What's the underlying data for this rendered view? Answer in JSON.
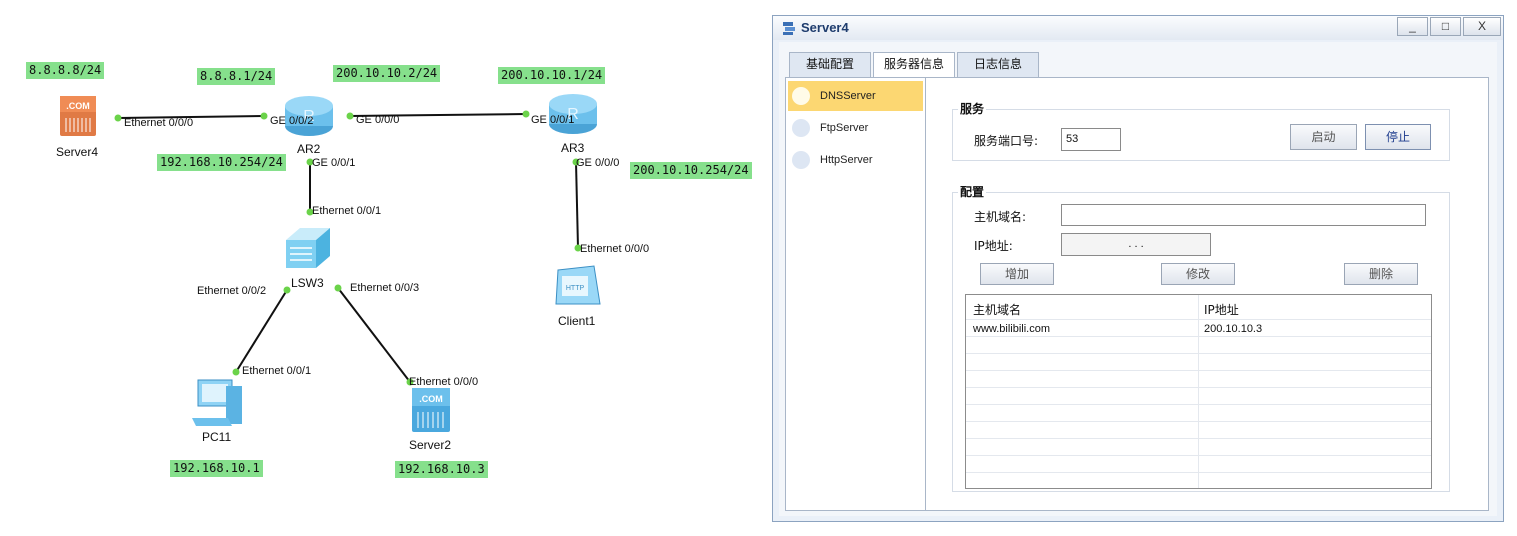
{
  "topology": {
    "ip_tags": {
      "server4": "8.8.8.8/24",
      "ar2_left": "8.8.8.1/24",
      "ar2_right": "200.10.10.2/24",
      "ar3_left": "200.10.10.1/24",
      "ar2_bottom": "192.168.10.254/24",
      "ar3_bottom": "200.10.10.254/24",
      "pc11": "192.168.10.1",
      "server2": "192.168.10.3"
    },
    "devices": {
      "server4": "Server4",
      "ar2": "AR2",
      "ar3": "AR3",
      "lsw3": "LSW3",
      "pc11": "PC11",
      "server2": "Server2",
      "client1": "Client1"
    },
    "ports": {
      "server4_eth": "Ethernet 0/0/0",
      "ar2_ge002": "GE 0/0/2",
      "ar2_ge000": "GE 0/0/0",
      "ar3_ge001": "GE 0/0/1",
      "ar2_ge001": "GE 0/0/1",
      "ar3_ge000": "GE 0/0/0",
      "lsw3_e001": "Ethernet 0/0/1",
      "lsw3_e002": "Ethernet 0/0/2",
      "lsw3_e003": "Ethernet 0/0/3",
      "pc11_eth": "Ethernet 0/0/1",
      "server2_eth": "Ethernet 0/0/0",
      "client1_eth": "Ethernet 0/0/0"
    },
    "icon_labels": {
      "com": ".COM",
      "http": "HTTP"
    }
  },
  "window": {
    "title": "Server4",
    "minimize": "_",
    "maximize": "□",
    "close": "X",
    "tabs": [
      "基础配置",
      "服务器信息",
      "日志信息"
    ],
    "active_tab": "服务器信息",
    "services": [
      "DNSServer",
      "FtpServer",
      "HttpServer"
    ],
    "selected_service": "DNSServer",
    "service_group": {
      "title": "服务",
      "port_label": "服务端口号:",
      "port_value": "53",
      "start_button": "启动",
      "stop_button": "停止"
    },
    "config_group": {
      "title": "配置",
      "hostname_label": "主机域名:",
      "hostname_value": "",
      "ip_label": "IP地址:",
      "ip_value": ".        .        .",
      "add_button": "增加",
      "modify_button": "修改",
      "delete_button": "删除"
    },
    "table": {
      "columns": [
        "主机域名",
        "IP地址"
      ],
      "rows": [
        [
          "www.bilibili.com",
          "200.10.10.3"
        ]
      ]
    }
  },
  "colors": {
    "ip_tag_bg": "#86e08c",
    "selected_item": "#fcd772",
    "link_dot": "#6bd34a"
  }
}
